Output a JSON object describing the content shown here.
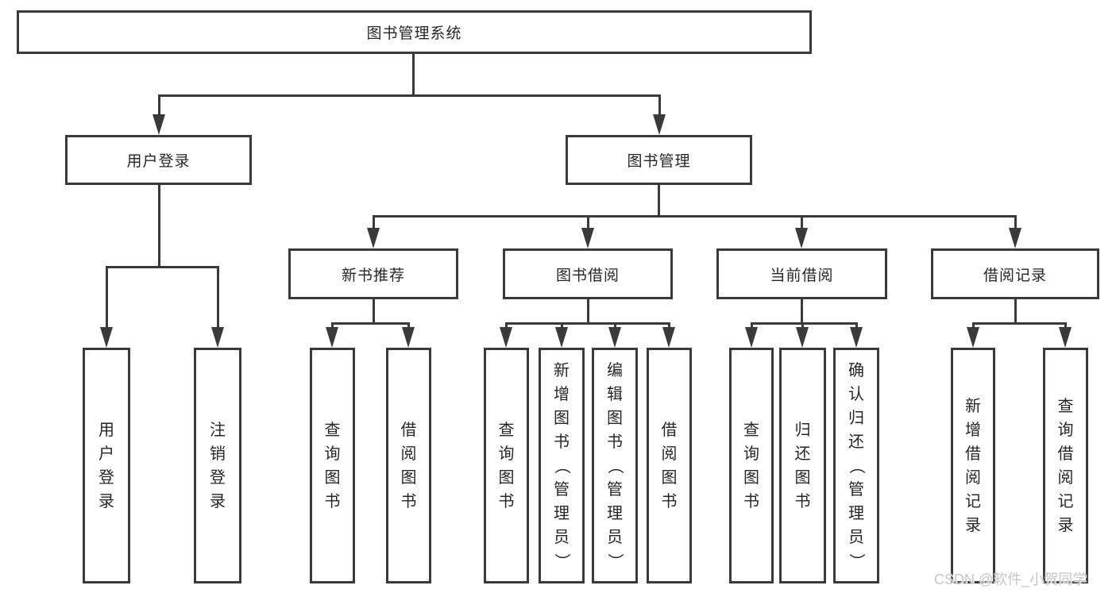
{
  "diagram": {
    "root": {
      "label": "图书管理系统",
      "children": [
        {
          "label": "用户登录",
          "children": [
            {
              "label": "用户登录"
            },
            {
              "label": "注销登录"
            }
          ]
        },
        {
          "label": "图书管理",
          "children": [
            {
              "label": "新书推荐",
              "children": [
                {
                  "label": "查询图书"
                },
                {
                  "label": "借阅图书"
                }
              ]
            },
            {
              "label": "图书借阅",
              "children": [
                {
                  "label": "查询图书"
                },
                {
                  "label": "新增图书（管理员）"
                },
                {
                  "label": "编辑图书（管理员）"
                },
                {
                  "label": "借阅图书"
                }
              ]
            },
            {
              "label": "当前借阅",
              "children": [
                {
                  "label": "查询图书"
                },
                {
                  "label": "归还图书"
                },
                {
                  "label": "确认归还（管理员）"
                }
              ]
            },
            {
              "label": "借阅记录",
              "children": [
                {
                  "label": "新增借阅记录"
                },
                {
                  "label": "查询借阅记录"
                }
              ]
            }
          ]
        }
      ]
    }
  },
  "watermark": {
    "text": "CSDN @软件_小贺同学"
  },
  "colors": {
    "line": "#3a3a3a",
    "text": "#262626",
    "background": "#ffffff",
    "watermark": "#c6c6c6"
  }
}
